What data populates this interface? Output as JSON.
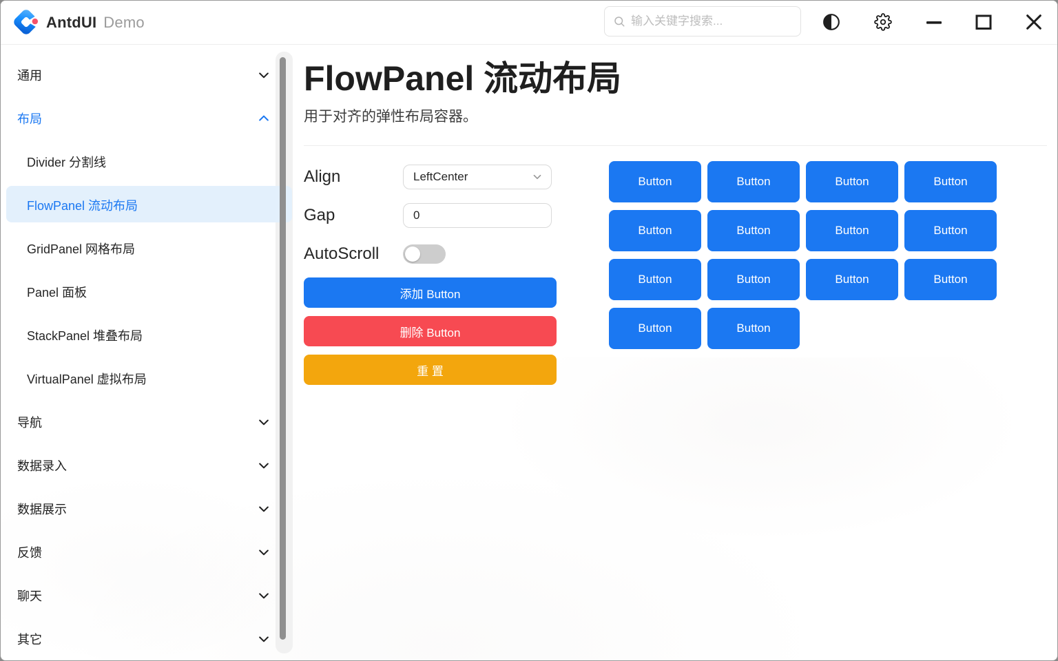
{
  "titlebar": {
    "brand": "AntdUI",
    "brand_suffix": "Demo",
    "search_placeholder": "输入关键字搜索..."
  },
  "sidebar": {
    "items": [
      {
        "label": "通用",
        "type": "group",
        "chevron": "down"
      },
      {
        "label": "布局",
        "type": "group",
        "chevron": "up",
        "active": true
      },
      {
        "label": "Divider 分割线",
        "type": "sub"
      },
      {
        "label": "FlowPanel 流动布局",
        "type": "sub",
        "selected": true
      },
      {
        "label": "GridPanel 网格布局",
        "type": "sub"
      },
      {
        "label": "Panel 面板",
        "type": "sub"
      },
      {
        "label": "StackPanel 堆叠布局",
        "type": "sub"
      },
      {
        "label": "VirtualPanel 虚拟布局",
        "type": "sub"
      },
      {
        "label": "导航",
        "type": "group",
        "chevron": "down"
      },
      {
        "label": "数据录入",
        "type": "group",
        "chevron": "down"
      },
      {
        "label": "数据展示",
        "type": "group",
        "chevron": "down"
      },
      {
        "label": "反馈",
        "type": "group",
        "chevron": "down"
      },
      {
        "label": "聊天",
        "type": "group",
        "chevron": "down"
      },
      {
        "label": "其它",
        "type": "group",
        "chevron": "down"
      }
    ]
  },
  "main": {
    "title": "FlowPanel 流动布局",
    "subtitle": "用于对齐的弹性布局容器。",
    "controls": {
      "align_label": "Align",
      "align_value": "LeftCenter",
      "gap_label": "Gap",
      "gap_value": "0",
      "autoscroll_label": "AutoScroll",
      "autoscroll_on": false
    },
    "actions": {
      "add": "添加 Button",
      "remove": "删除 Button",
      "reset": "重 置"
    },
    "flow_buttons": [
      "Button",
      "Button",
      "Button",
      "Button",
      "Button",
      "Button",
      "Button",
      "Button",
      "Button",
      "Button",
      "Button",
      "Button",
      "Button",
      "Button"
    ]
  },
  "colors": {
    "primary": "#1B78F2",
    "danger": "#F74A52",
    "warning": "#F3A60D",
    "selected_bg": "#E3F0FC"
  }
}
